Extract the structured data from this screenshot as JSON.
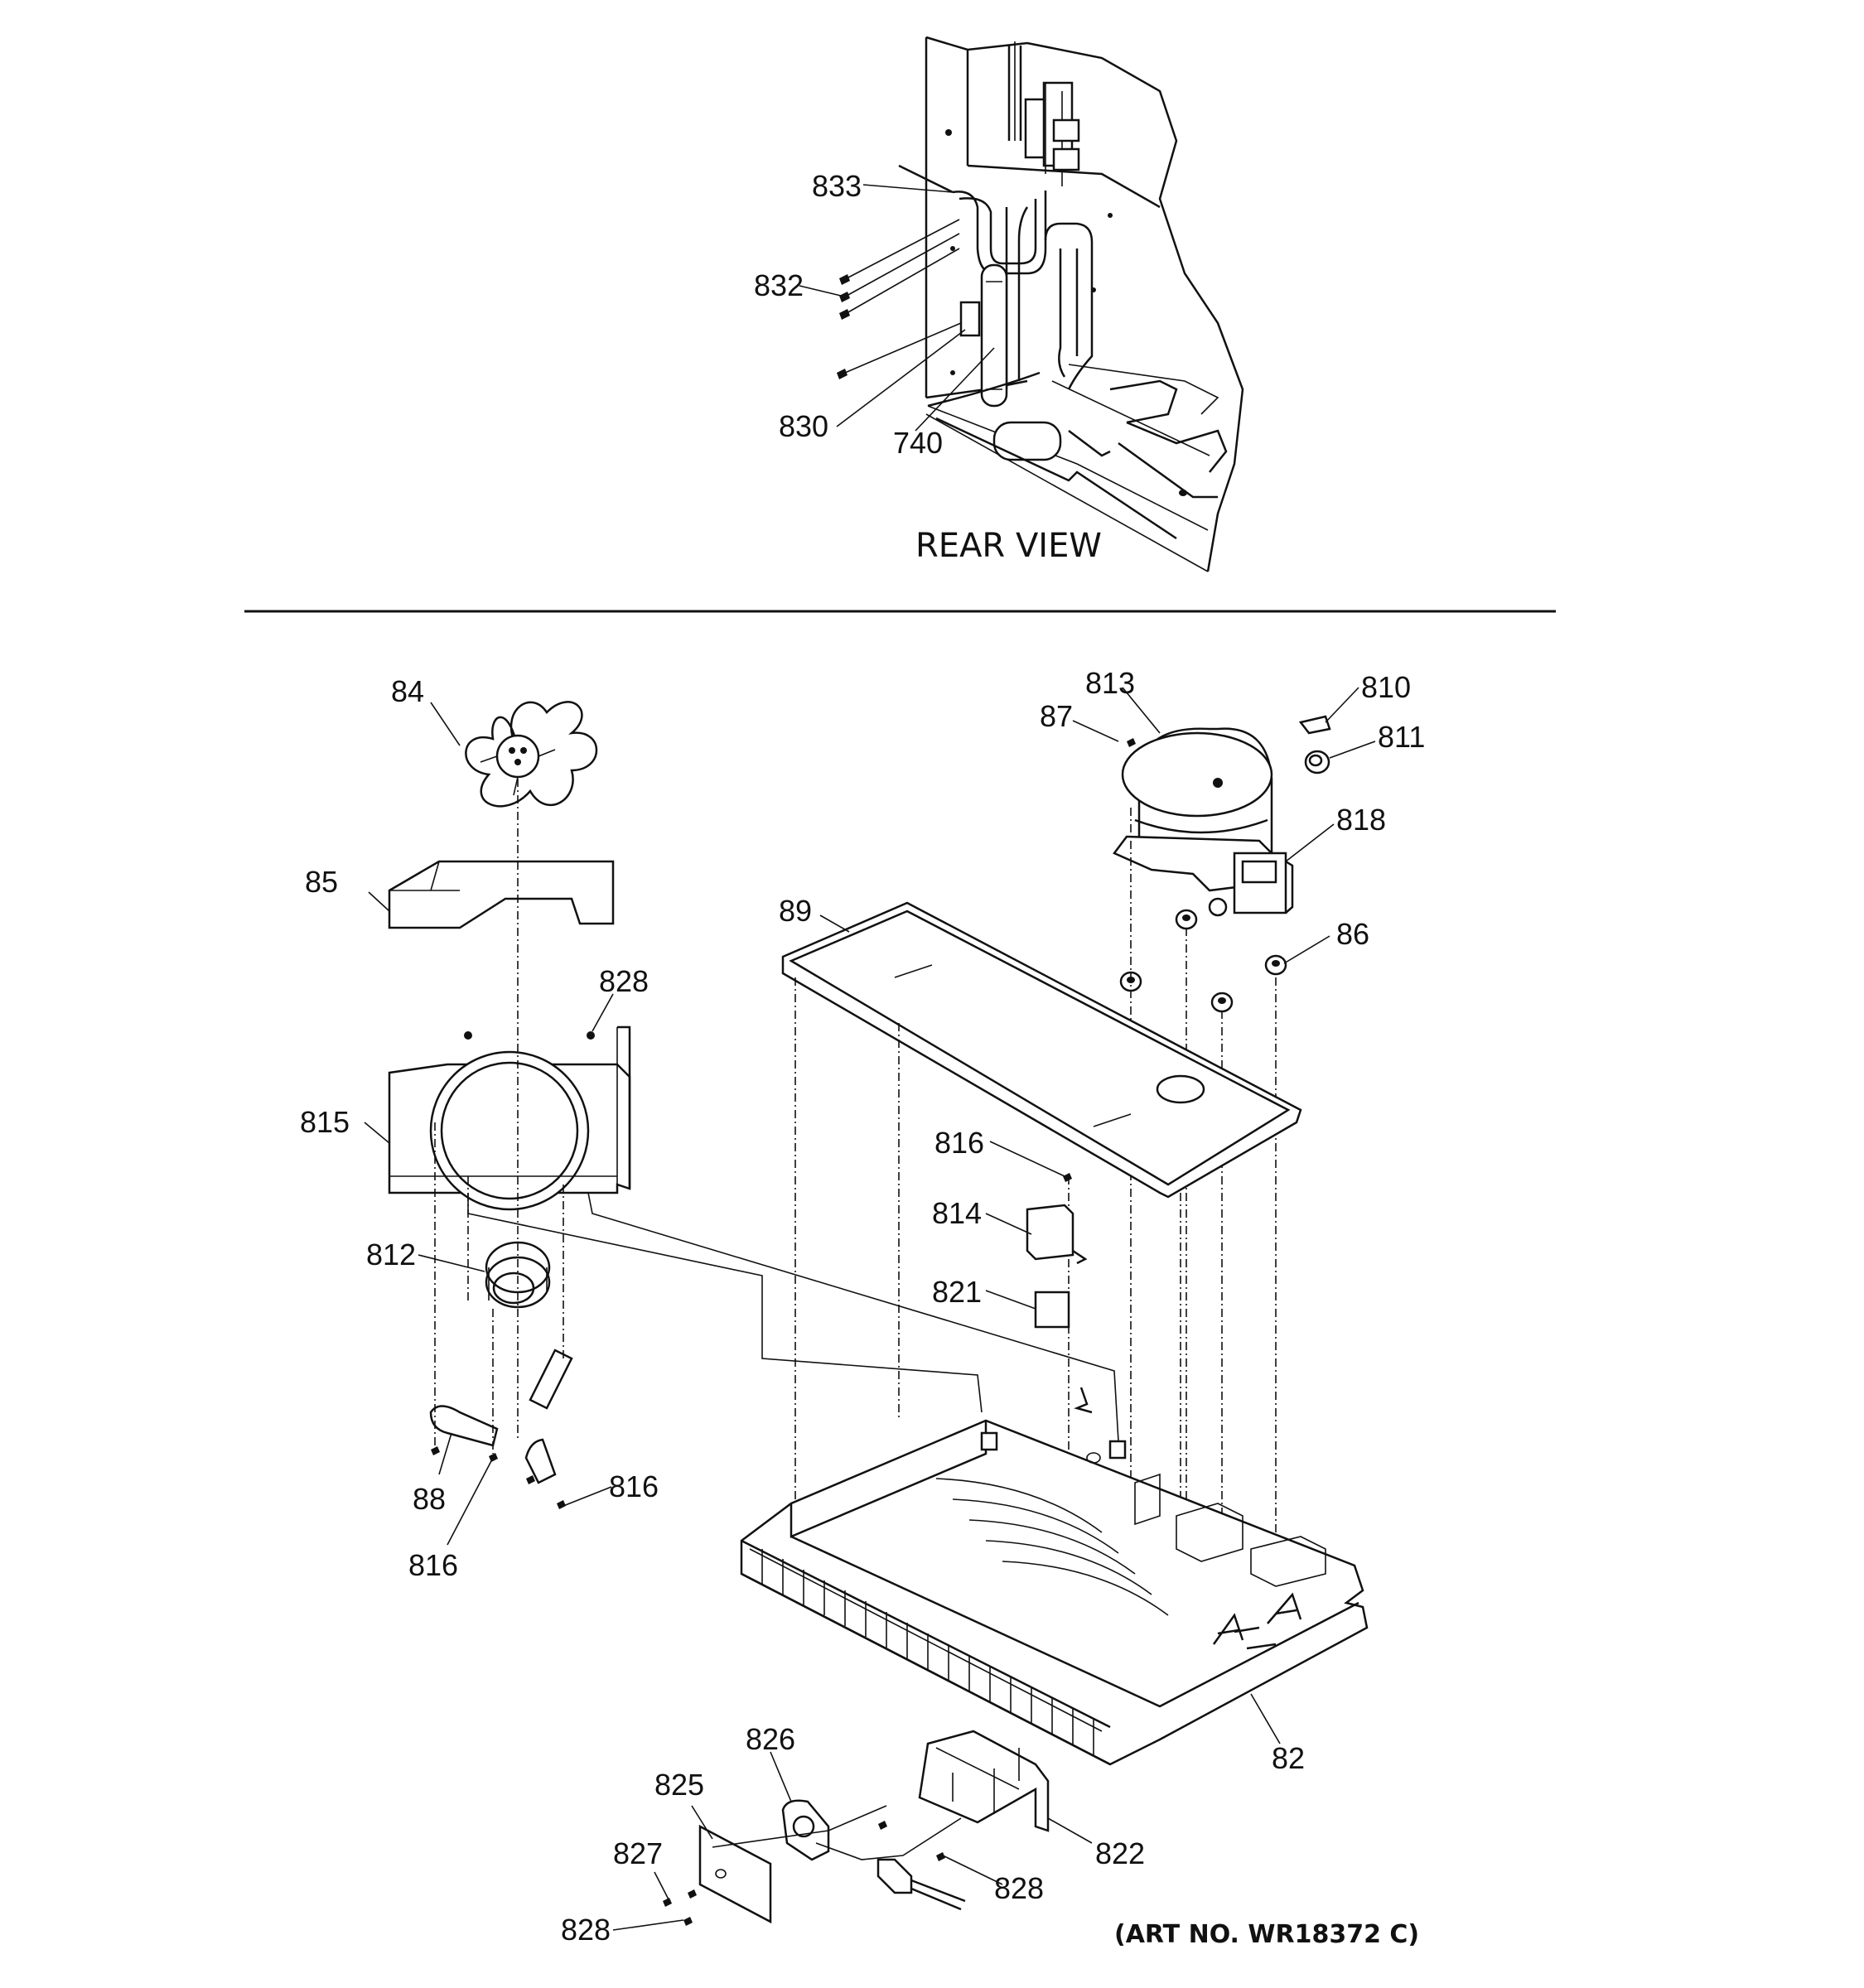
{
  "section_title": "REAR VIEW",
  "art_number": "(ART NO. WR18372 C)",
  "callouts": {
    "c833": "833",
    "c832": "832",
    "c830": "830",
    "c740": "740",
    "c84": "84",
    "c85": "85",
    "c828a": "828",
    "c815": "815",
    "c812": "812",
    "c88": "88",
    "c816a": "816",
    "c816b": "816",
    "c816c": "816",
    "c813": "813",
    "c87": "87",
    "c810": "810",
    "c811": "811",
    "c818": "818",
    "c89": "89",
    "c86": "86",
    "c814": "814",
    "c821": "821",
    "c82": "82",
    "c826": "826",
    "c825": "825",
    "c827": "827",
    "c828b": "828",
    "c828c": "828",
    "c822": "822"
  },
  "colors": {
    "ink": "#111111",
    "paper": "#ffffff"
  }
}
